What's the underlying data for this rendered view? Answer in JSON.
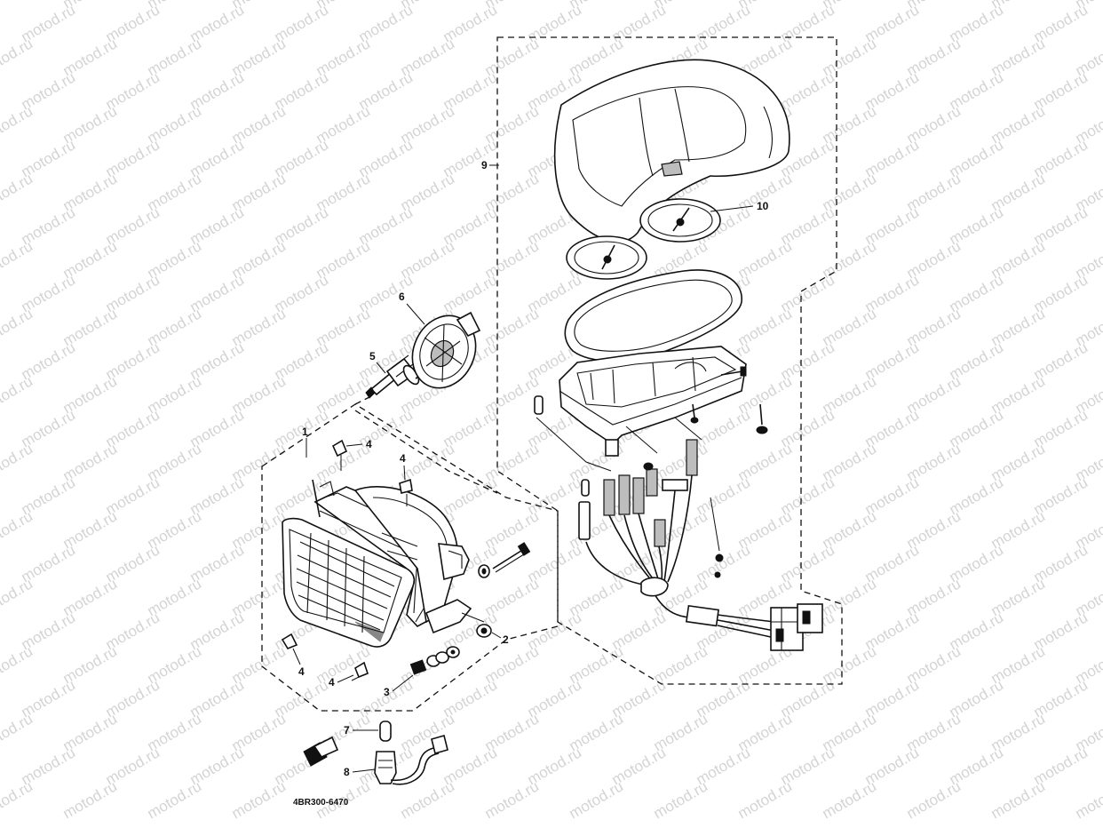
{
  "watermark": "motod.ru",
  "diagram_code": "4BR300-6470",
  "callouts": {
    "c1": "1",
    "c2": "2",
    "c3": "3",
    "c4a": "4",
    "c4b": "4",
    "c4c": "4",
    "c4d": "4",
    "c5": "5",
    "c6": "6",
    "c7": "7",
    "c8": "8",
    "c9": "9",
    "c10": "10"
  }
}
